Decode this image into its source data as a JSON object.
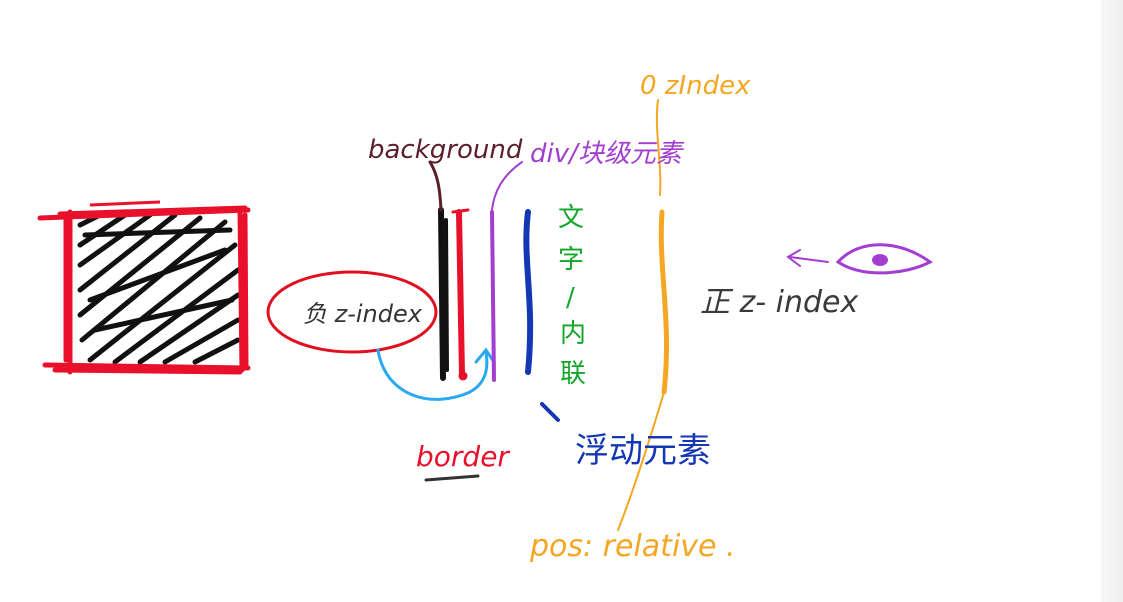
{
  "labels": {
    "zero_zindex": "0  zIndex",
    "background": "background",
    "div_block": "div/块级元素",
    "text_inline_1": "文",
    "text_inline_2": "字",
    "text_inline_3": "/",
    "text_inline_4": "内",
    "text_inline_5": "联",
    "negative_zindex": "负 z-index",
    "positive_zindex": "正 z- index",
    "border": "border",
    "float": "浮动元素",
    "pos_relative": "pos: relative ."
  },
  "colors": {
    "background_layer": "#1a1a1a",
    "background_label": "#5a1f28",
    "border_layer": "#e8102a",
    "div_layer": "#a23fd0",
    "inline_layer": "#1438b4",
    "inline_label": "#12a62a",
    "zero_layer": "#f5a623",
    "positive_label": "#3a3a3a",
    "arrow_blue": "#2aa8f0",
    "eye": "#a23fd0"
  },
  "icons": {
    "viewer": "eye-icon",
    "box": "stacking-context-box-icon"
  }
}
